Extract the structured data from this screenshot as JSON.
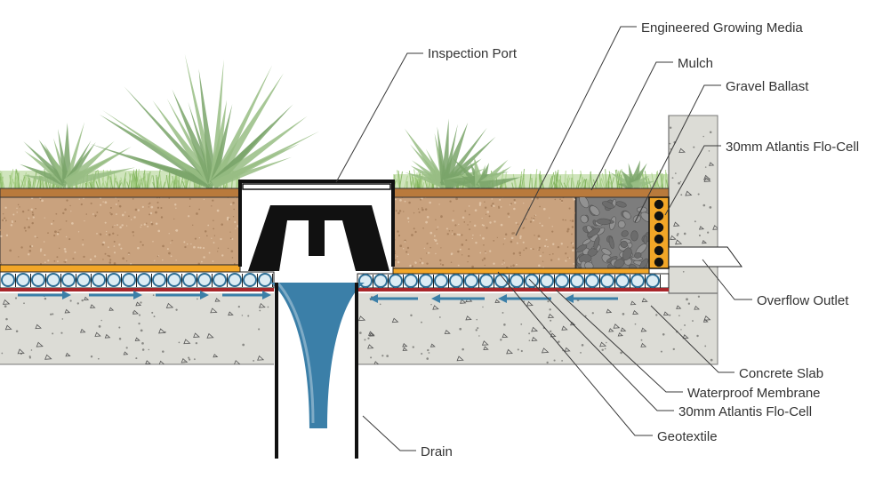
{
  "diagram": {
    "labels": {
      "inspection_port": "Inspection Port",
      "engineered_growing_media": "Engineered Growing Media",
      "mulch": "Mulch",
      "gravel_ballast": "Gravel Ballast",
      "flo_cell_upper": "30mm Atlantis Flo-Cell",
      "overflow_outlet": "Overflow Outlet",
      "concrete_slab": "Concrete Slab",
      "waterproof_membrane": "Waterproof Membrane",
      "flo_cell_lower": "30mm Atlantis Flo-Cell",
      "geotextile": "Geotextile",
      "drain": "Drain"
    },
    "colors": {
      "soil": "#c9a27e",
      "mulch": "#b97a3c",
      "concrete": "#dcdcd6",
      "gravel": "#7d7d7d",
      "membrane": "#a8262a",
      "water": "#3b7fa8",
      "grass": "#8fbf6a",
      "outline": "#111111"
    }
  }
}
